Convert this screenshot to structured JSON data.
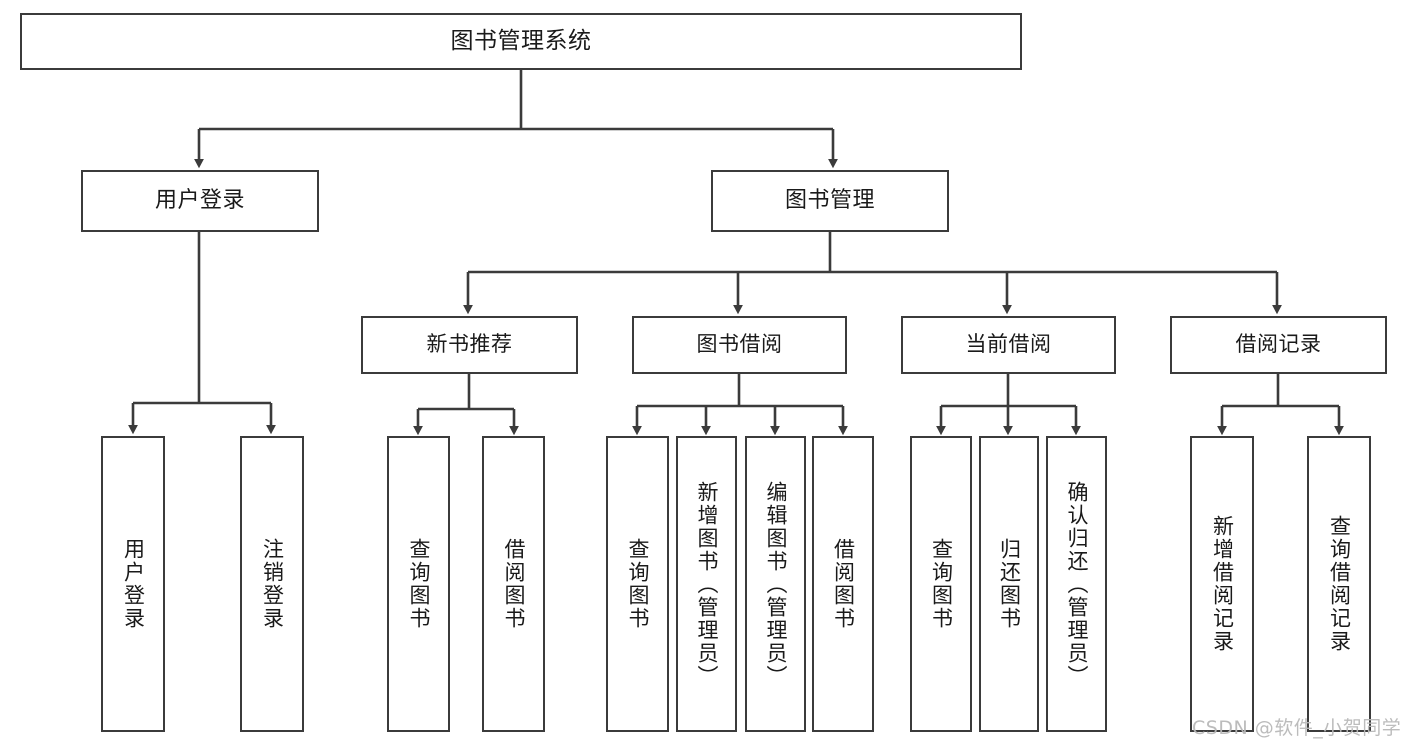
{
  "diagram": {
    "type": "tree-flowchart",
    "title": "图书管理系统",
    "watermark": "CSDN @软件_小贺同学",
    "colors": {
      "box_border": "#3b3b3b",
      "box_fill": "#ffffff",
      "connector": "#3b3b3b",
      "text": "#1a1a1a",
      "watermark": "#b9b9b9",
      "background": "#ffffff"
    },
    "root": {
      "id": "root",
      "label": "图书管理系统"
    },
    "level2": [
      {
        "id": "user-login",
        "label": "用户登录"
      },
      {
        "id": "book-manage",
        "label": "图书管理"
      }
    ],
    "level3": [
      {
        "id": "new-book-rec",
        "label": "新书推荐",
        "parent": "book-manage"
      },
      {
        "id": "book-borrow",
        "label": "图书借阅",
        "parent": "book-manage"
      },
      {
        "id": "current-borrow",
        "label": "当前借阅",
        "parent": "book-manage"
      },
      {
        "id": "borrow-record",
        "label": "借阅记录",
        "parent": "book-manage"
      }
    ],
    "leaves": [
      {
        "id": "leaf-user-login",
        "label": "用户登录",
        "parent": "user-login"
      },
      {
        "id": "leaf-logout",
        "label": "注销登录",
        "parent": "user-login"
      },
      {
        "id": "leaf-query-book-1",
        "label": "查询图书",
        "parent": "new-book-rec"
      },
      {
        "id": "leaf-borrow-book-1",
        "label": "借阅图书",
        "parent": "new-book-rec"
      },
      {
        "id": "leaf-query-book-2",
        "label": "查询图书",
        "parent": "book-borrow"
      },
      {
        "id": "leaf-add-book",
        "label": "新增图书（管理员）",
        "parent": "book-borrow"
      },
      {
        "id": "leaf-edit-book",
        "label": "编辑图书（管理员）",
        "parent": "book-borrow"
      },
      {
        "id": "leaf-borrow-book-2",
        "label": "借阅图书",
        "parent": "book-borrow"
      },
      {
        "id": "leaf-query-book-3",
        "label": "查询图书",
        "parent": "current-borrow"
      },
      {
        "id": "leaf-return-book",
        "label": "归还图书",
        "parent": "current-borrow"
      },
      {
        "id": "leaf-confirm-return",
        "label": "确认归还（管理员）",
        "parent": "current-borrow"
      },
      {
        "id": "leaf-add-record",
        "label": "新增借阅记录",
        "parent": "borrow-record"
      },
      {
        "id": "leaf-query-record",
        "label": "查询借阅记录",
        "parent": "borrow-record"
      }
    ]
  }
}
